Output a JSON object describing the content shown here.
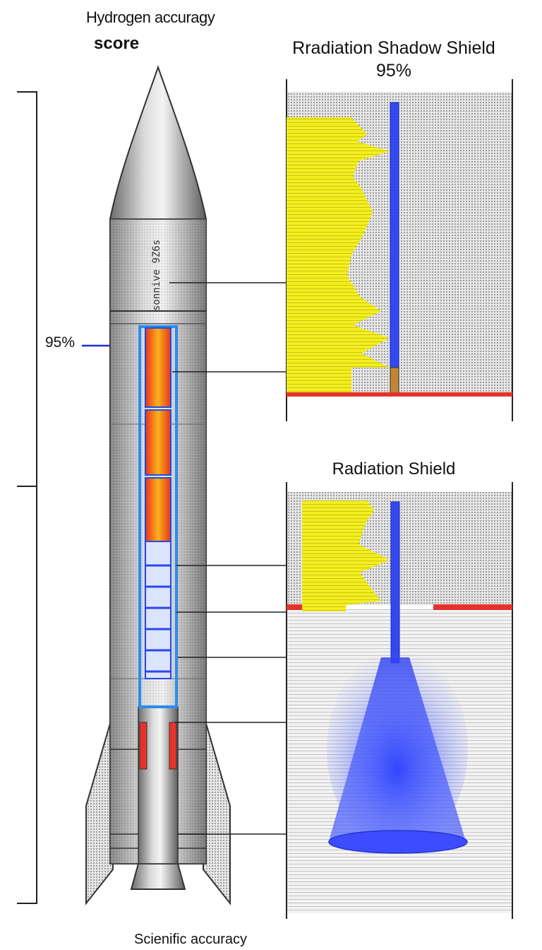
{
  "texts": {
    "title_line1": "Hydrogen accuragy",
    "title_line2": "score",
    "left_percent": "95%",
    "panel_top_title": "Rradiation Shadow Shield 95%",
    "panel_mid_title": "Radiation Shield",
    "footer": "Scienific accuracy",
    "rocket_body_text": "sonnive 9Z6s"
  },
  "colors": {
    "yellow": "#f2ee1c",
    "blue": "#2a46f0",
    "red": "#e6322a",
    "orange": "#f6a21a",
    "metal": "#9a9a9a"
  }
}
